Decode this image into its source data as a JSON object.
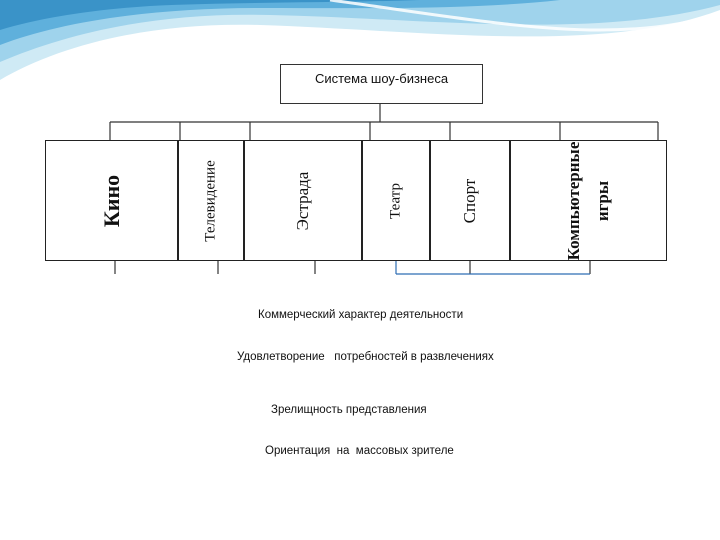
{
  "diagram": {
    "root": "Система шоу-бизнеса",
    "categories": [
      {
        "label": "Кино"
      },
      {
        "label": "Телевидение"
      },
      {
        "label": "Эстрада"
      },
      {
        "label": "Театр"
      },
      {
        "label": "Спорт"
      },
      {
        "label": "Компьютерные игры"
      }
    ],
    "properties": [
      "Коммерческий характер деятельности",
      "Удовлетворение   потребностей в развлечениях",
      "Зрелищность представления",
      "Ориентация  на  массовых зрителе"
    ]
  },
  "colors": {
    "wave_light": "#cfeaf5",
    "wave_mid": "#7fc4e4",
    "wave_dark": "#3a93c8",
    "blue_line": "#2f6db3"
  }
}
